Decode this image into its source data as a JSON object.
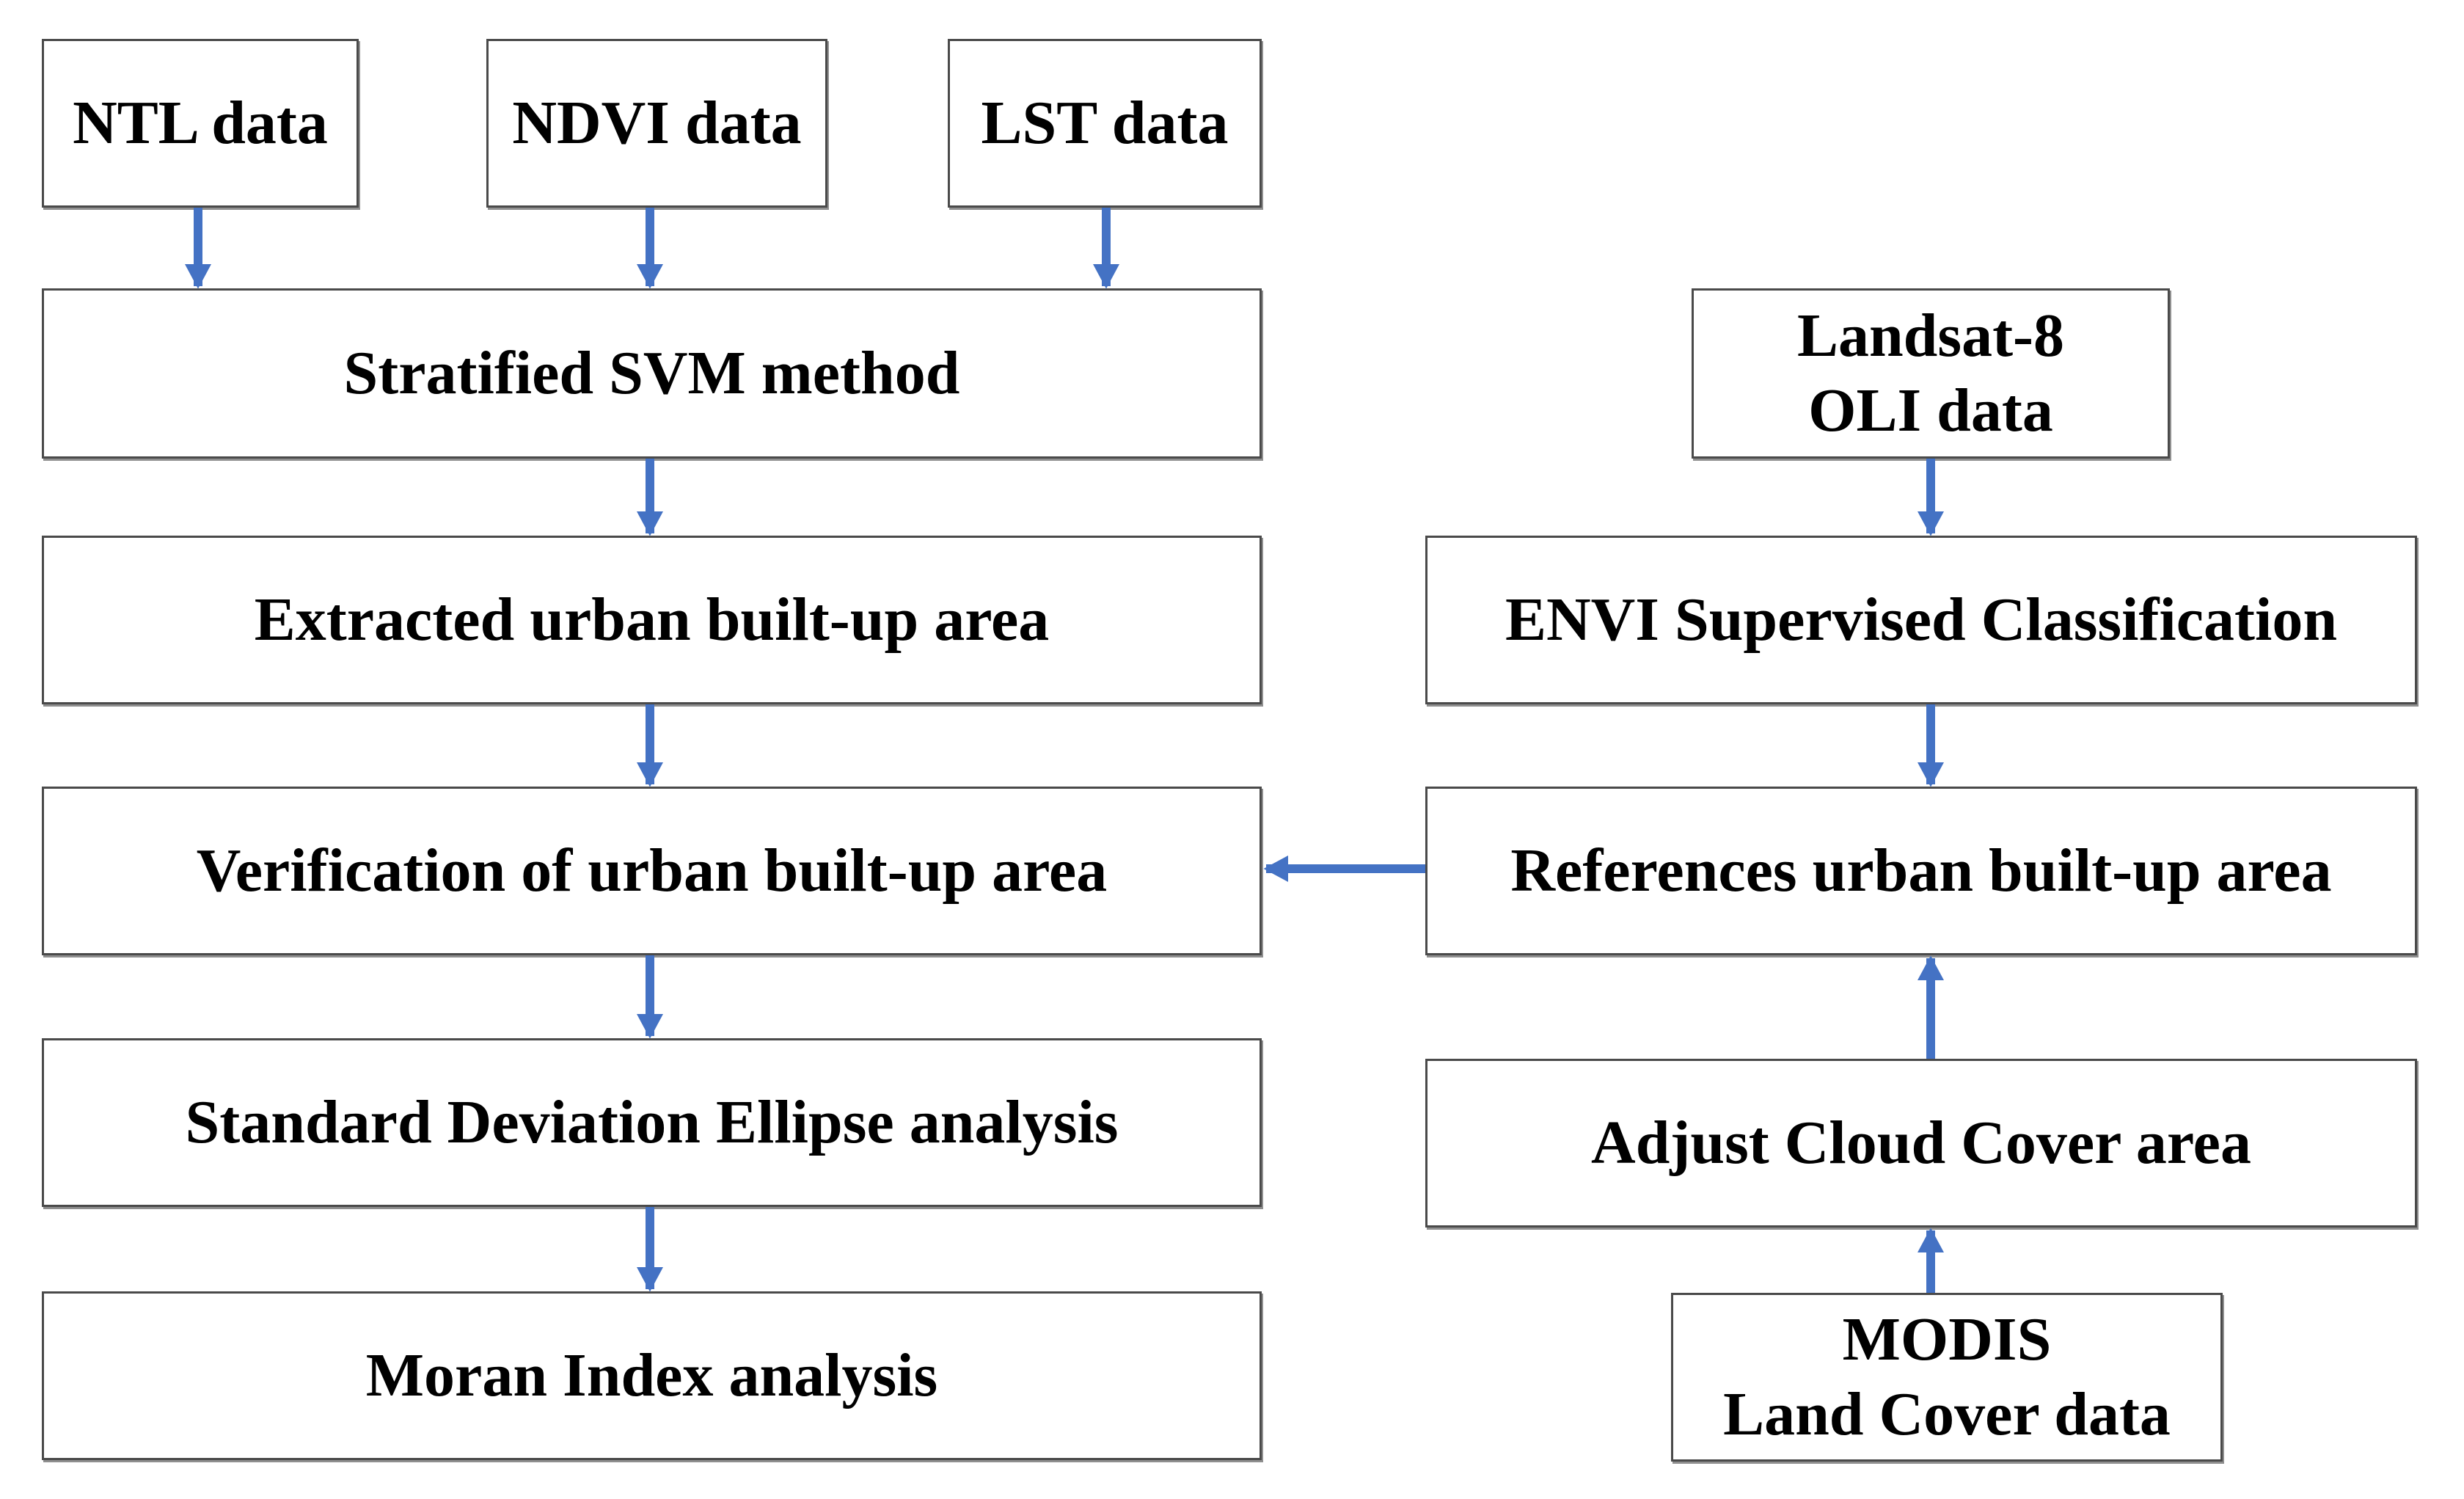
{
  "diagram": {
    "type": "flowchart",
    "colors": {
      "arrow": "#4472c4",
      "box_border": "#4a4a4a",
      "box_fill": "#ffffff",
      "text": "#000000",
      "background": "#ffffff"
    },
    "nodes": {
      "ntl": {
        "label": "NTL data"
      },
      "ndvi": {
        "label": "NDVI data"
      },
      "lst": {
        "label": "LST data"
      },
      "svm": {
        "label": "Stratified SVM method"
      },
      "extracted": {
        "label": "Extracted urban built-up area"
      },
      "verification": {
        "label": "Verification of urban built-up area"
      },
      "sde": {
        "label": "Standard Deviation Ellipse analysis"
      },
      "moran": {
        "label": "Moran Index analysis"
      },
      "landsat": {
        "line1": "Landsat-8",
        "line2": "OLI data"
      },
      "envi": {
        "label": "ENVI Supervised Classification"
      },
      "references": {
        "label": "References urban built-up area"
      },
      "adjust": {
        "label": "Adjust Cloud Cover area"
      },
      "modis": {
        "line1": "MODIS",
        "line2": "Land Cover data"
      }
    },
    "edges": [
      {
        "from": "NTL data",
        "to": "Stratified SVM method",
        "direction": "down"
      },
      {
        "from": "NDVI data",
        "to": "Stratified SVM method",
        "direction": "down"
      },
      {
        "from": "LST data",
        "to": "Stratified SVM method",
        "direction": "down"
      },
      {
        "from": "Stratified SVM method",
        "to": "Extracted urban built-up area",
        "direction": "down"
      },
      {
        "from": "Extracted urban built-up area",
        "to": "Verification of urban built-up area",
        "direction": "down"
      },
      {
        "from": "Verification of urban built-up area",
        "to": "Standard Deviation Ellipse analysis",
        "direction": "down"
      },
      {
        "from": "Standard Deviation Ellipse analysis",
        "to": "Moran Index analysis",
        "direction": "down"
      },
      {
        "from": "Landsat-8 OLI data",
        "to": "ENVI Supervised Classification",
        "direction": "down"
      },
      {
        "from": "ENVI Supervised Classification",
        "to": "References urban built-up area",
        "direction": "down"
      },
      {
        "from": "References urban built-up area",
        "to": "Verification of urban built-up area",
        "direction": "left"
      },
      {
        "from": "Adjust Cloud Cover area",
        "to": "References urban built-up area",
        "direction": "up"
      },
      {
        "from": "MODIS Land Cover data",
        "to": "Adjust Cloud Cover area",
        "direction": "up"
      }
    ]
  }
}
